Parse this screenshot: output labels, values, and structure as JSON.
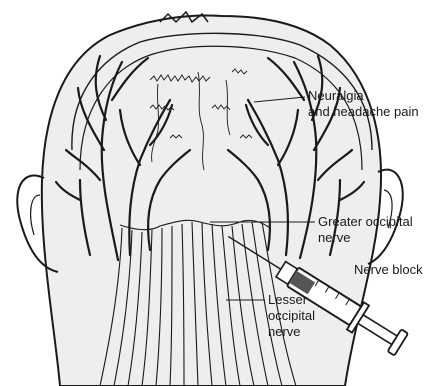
{
  "labels": {
    "neuralgia": [
      "Neuralgia",
      "and headache pain"
    ],
    "greater_occipital": [
      "Greater occipital",
      "nerve"
    ],
    "nerve_block": [
      "Nerve block"
    ],
    "lesser_occipital": [
      "Lesser",
      "occipital",
      "nerve"
    ]
  },
  "colors": {
    "background": "#ffffff",
    "head_fill": "#eeeeee",
    "line": "#1a1a1a"
  }
}
